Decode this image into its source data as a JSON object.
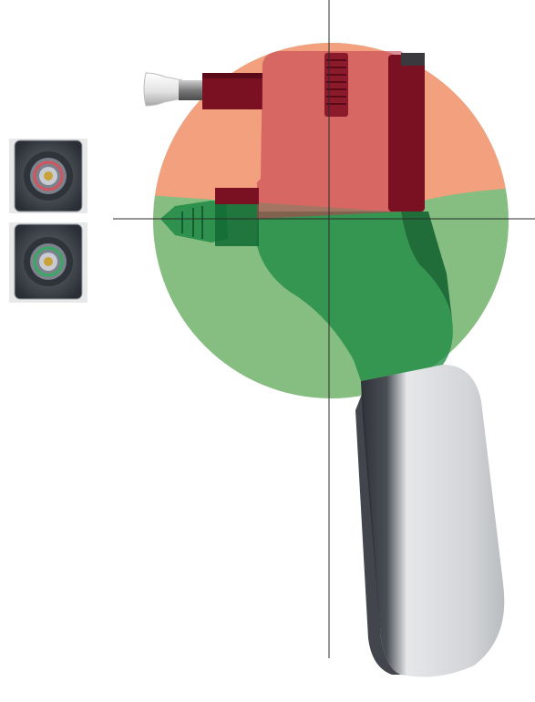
{
  "figure": {
    "colors": {
      "upper_zone": "#F3A07E",
      "lower_zone": "#86BE82",
      "red_overlay": "#C0394B",
      "green_overlay": "#1F8A45",
      "handle_light": "#DCDDDF",
      "handle_dark": "#3D4046",
      "crosshair": "#2B2B2B",
      "thumb_frame": "#3E434B"
    },
    "parts": {
      "plunger": "plunger-knob",
      "probe": "probe-tip",
      "body": "device-head",
      "handle": "grip-handle",
      "wheel": "adjustment-wheel"
    },
    "thumbnails": [
      {
        "name": "port-red-ring",
        "ring_color": "#D2545E"
      },
      {
        "name": "port-green-ring",
        "ring_color": "#38A864"
      }
    ]
  }
}
